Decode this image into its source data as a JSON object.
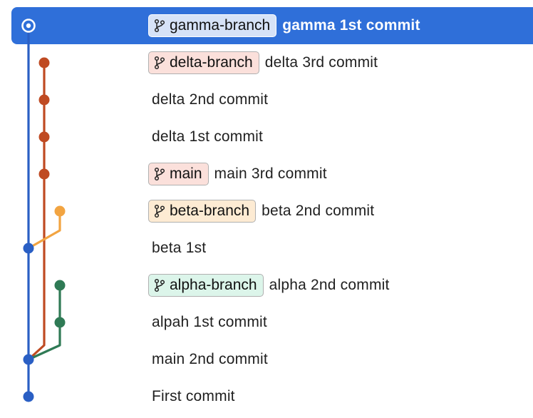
{
  "colors": {
    "selection": "#2f6fd9",
    "lane_blue": "#2a5fc4",
    "lane_red": "#bf4a22",
    "lane_orange": "#f2a441",
    "lane_green": "#2f7a55"
  },
  "commits": [
    {
      "message": "gamma 1st commit",
      "branch": "gamma-branch",
      "tag_bg": "#d6e2f7",
      "selected": true
    },
    {
      "message": "delta 3rd commit",
      "branch": "delta-branch",
      "tag_bg": "#fbe0db"
    },
    {
      "message": "delta 2nd commit"
    },
    {
      "message": "delta 1st commit"
    },
    {
      "message": "main 3rd commit",
      "branch": "main",
      "tag_bg": "#fbe0db"
    },
    {
      "message": "beta 2nd commit",
      "branch": "beta-branch",
      "tag_bg": "#fdebd3"
    },
    {
      "message": "beta 1st"
    },
    {
      "message": "alpha 2nd commit",
      "branch": "alpha-branch",
      "tag_bg": "#dcf5ea"
    },
    {
      "message": "alpah 1st commit"
    },
    {
      "message": "main 2nd commit"
    },
    {
      "message": "First commit"
    }
  ],
  "icons": {
    "branch": "git-branch-icon",
    "selected_node": "ring-node-icon"
  }
}
